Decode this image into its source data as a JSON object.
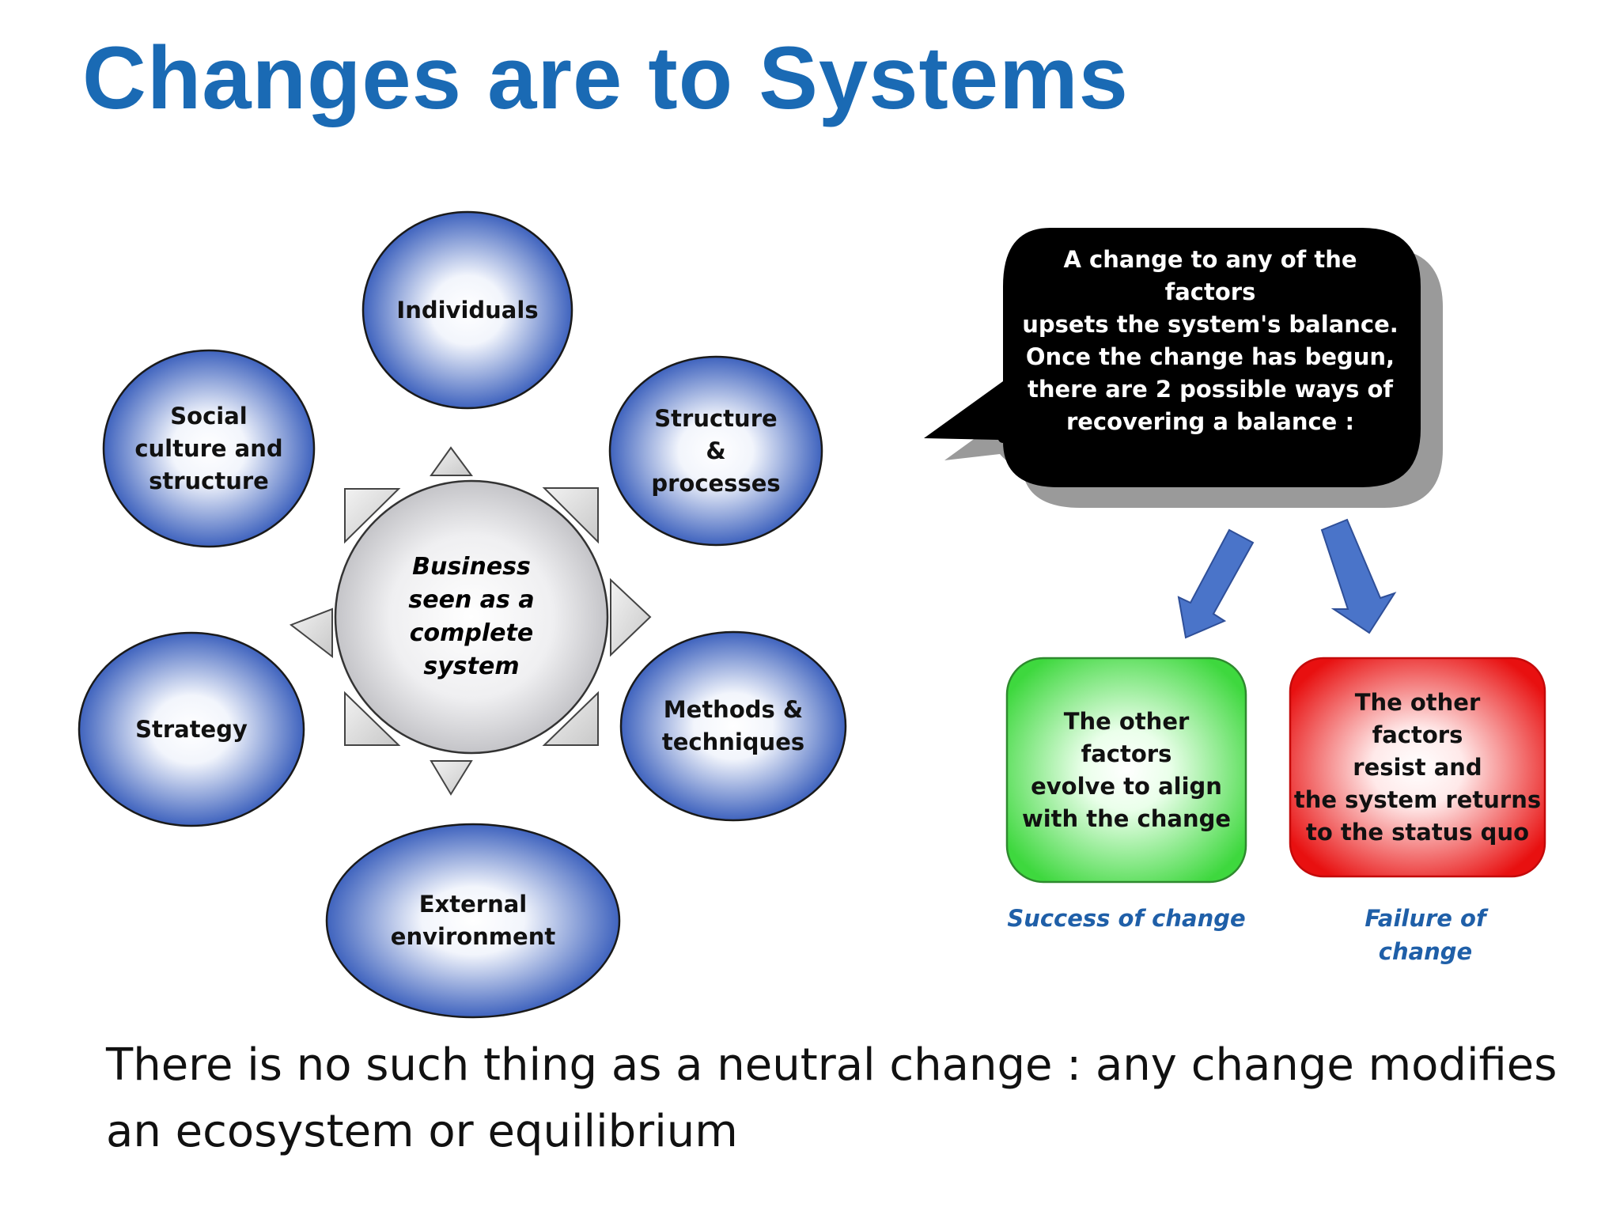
{
  "title": "Changes are to Systems",
  "center": "Business\nseen as a\ncomplete\nsystem",
  "factors": {
    "individuals": "Individuals",
    "structure": "Structure\n&\nprocesses",
    "methods": "Methods &\ntechniques",
    "external": "External\nenvironment",
    "strategy": "Strategy",
    "social": "Social\nculture and\nstructure"
  },
  "callout": "A change to any of the factors\nupsets the system's balance.\nOnce the change has begun,\nthere are 2 possible ways of\nrecovering a balance :",
  "outcomes": {
    "success": {
      "text": "The other\nfactors\nevolve  to align\nwith the change",
      "caption": "Success of change"
    },
    "failure": {
      "text": "The other\nfactors\nresist and\nthe system returns\nto the status quo",
      "caption": "Failure of\nchange"
    }
  },
  "footer": "There is no such thing as a neutral change : any change modifies an ecosystem or equilibrium",
  "colors": {
    "title": "#1a6ab4",
    "ellipse_edge": "#3e64bf",
    "success_box": "#3ed83e",
    "failure_box": "#e81010",
    "arrow": "#4a74c9",
    "callout": "#000000"
  }
}
